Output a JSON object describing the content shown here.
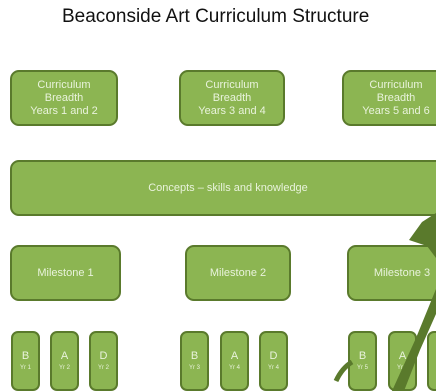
{
  "title": "Beaconside Art Curriculum Structure",
  "colors": {
    "box_fill": "#8cb552",
    "box_border": "#5a7a2c",
    "box_text": "#e9f3dc"
  },
  "breadth": [
    {
      "lines": [
        "Curriculum",
        "Breadth",
        "Years 1 and 2"
      ]
    },
    {
      "lines": [
        "Curriculum",
        "Breadth",
        "Years 3 and 4"
      ]
    },
    {
      "lines": [
        "Curriculum",
        "Breadth",
        "Years 5 and 6"
      ]
    }
  ],
  "concepts": {
    "label": "Concepts – skills and knowledge"
  },
  "milestones": [
    {
      "label": "Milestone 1"
    },
    {
      "label": "Milestone 2"
    },
    {
      "label": "Milestone 3"
    }
  ],
  "year_boxes": [
    {
      "letter": "B",
      "year": "Yr 1"
    },
    {
      "letter": "A",
      "year": "Yr 2"
    },
    {
      "letter": "D",
      "year": "Yr 2"
    },
    {
      "letter": "B",
      "year": "Yr 3"
    },
    {
      "letter": "A",
      "year": "Yr 4"
    },
    {
      "letter": "D",
      "year": "Yr 4"
    },
    {
      "letter": "B",
      "year": "Yr 5"
    },
    {
      "letter": "A",
      "year": "Yr 6"
    },
    {
      "letter": "",
      "year": ""
    }
  ]
}
